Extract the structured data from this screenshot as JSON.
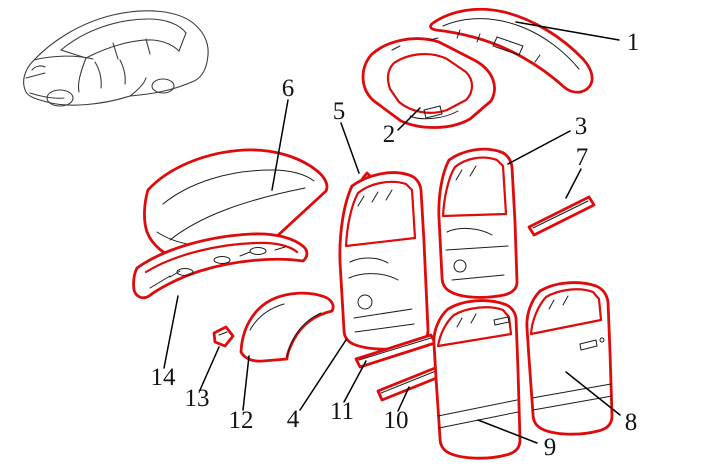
{
  "diagram": {
    "colors": {
      "background": "#ffffff",
      "part_outline": "#dd0b0b",
      "detail_line": "#1c1c1c",
      "leader_line": "#000000",
      "label_text": "#131313",
      "sketch_line": "#3c3c3c"
    },
    "callouts": [
      {
        "label": "1"
      },
      {
        "label": "2"
      },
      {
        "label": "3"
      },
      {
        "label": "4"
      },
      {
        "label": "5"
      },
      {
        "label": "6"
      },
      {
        "label": "7"
      },
      {
        "label": "8"
      },
      {
        "label": "9"
      },
      {
        "label": "10"
      },
      {
        "label": "11"
      },
      {
        "label": "12"
      },
      {
        "label": "13"
      },
      {
        "label": "14"
      }
    ]
  }
}
